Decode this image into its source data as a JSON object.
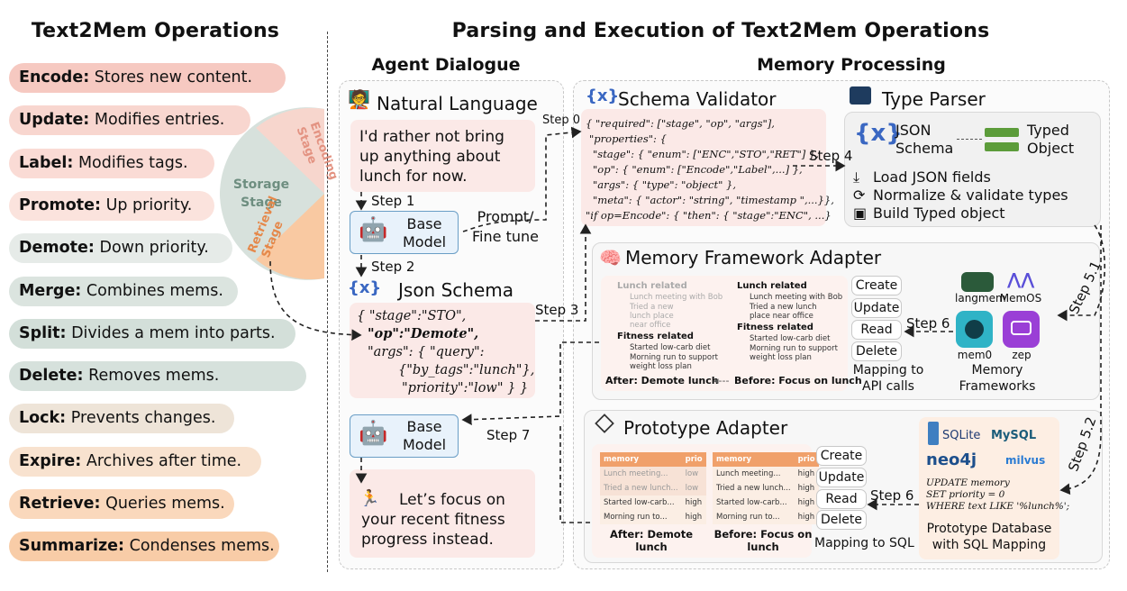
{
  "headers": {
    "left": "Text2Mem Operations",
    "right": "Parsing and Execution of Text2Mem Operations",
    "agent_dialogue": "Agent Dialogue",
    "memory_processing": "Memory Processing"
  },
  "operations": [
    {
      "name": "Encode:",
      "desc": "Stores new content.",
      "color": "#f6c9c1"
    },
    {
      "name": "Update:",
      "desc": "Modifies entries.",
      "color": "#f8d6cf"
    },
    {
      "name": "Label:",
      "desc": "Modifies tags.",
      "color": "#fadbd5"
    },
    {
      "name": "Promote:",
      "desc": "Up priority.",
      "color": "#fbe3dd"
    },
    {
      "name": "Demote:",
      "desc": "Down priority.",
      "color": "#e6ebe8"
    },
    {
      "name": "Merge:",
      "desc": "Combines mems.",
      "color": "#dbe4df"
    },
    {
      "name": "Split:",
      "desc": "Divides a mem into parts.",
      "color": "#d3dfd9"
    },
    {
      "name": "Delete:",
      "desc": "Removes mems.",
      "color": "#d6e1dc"
    },
    {
      "name": "Lock:",
      "desc": "Prevents changes.",
      "color": "#eee4d8"
    },
    {
      "name": "Expire:",
      "desc": "Archives after time.",
      "color": "#f8e2cf"
    },
    {
      "name": "Retrieve:",
      "desc": "Queries mems.",
      "color": "#fad8bc"
    },
    {
      "name": "Summarize:",
      "desc": "Condenses mems.",
      "color": "#f8cca7"
    }
  ],
  "stages": {
    "encoding": "Encoding Stage",
    "storage": "Storage Stage",
    "retrieval": "Retrieval Stage"
  },
  "dialogue": {
    "natural_language_title": "Natural Language",
    "user_message": "I'd rather not bring up anything about lunch for now.",
    "base_model": "Base Model",
    "prompt_fine_tune": "Prompt/ Fine tune",
    "json_schema_title": "Json Schema",
    "schema_lines": [
      "{ \"stage\":\"STO\",",
      "\"op\":\"Demote\",",
      "\"args\": { \"query\":",
      "{\"by_tags\":\"lunch\"},",
      "\"priority\":\"low\" } }"
    ],
    "base_model_2": "Base Model",
    "reply": "Let’s focus on your recent fitness progress instead."
  },
  "steps": {
    "s0": "Step 0",
    "s1": "Step 1",
    "s2": "Step 2",
    "s3": "Step 3",
    "s4": "Step 4",
    "s51": "Step 5.1",
    "s52": "Step 5.2",
    "s6a": "Step 6",
    "s6b": "Step 6",
    "s7": "Step 7"
  },
  "schema_validator": {
    "title": "Schema Validator",
    "lines": [
      "{ \"required\": [\"stage\", \"op\", \"args\"],",
      "\"properties\": {",
      "\"stage\": { \"enum\": [\"ENC\",\"STO\",\"RET\"] },",
      "\"op\": { \"enum\": [\"Encode\",\"Label\",...] },",
      "\"args\": { \"type\": \"object\" },",
      "\"meta\": { \"actor\": \"string\", \"timestamp  \",...}},",
      "\"if op=Encode\": { \"then\": { \"stage\":\"ENC\", ...}"
    ]
  },
  "type_parser": {
    "title": "Type Parser",
    "json_schema": "JSON Schema",
    "typed_object": "Typed Object",
    "items": [
      "Load JSON fields",
      "Normalize & validate types",
      "Build Typed object"
    ]
  },
  "memory_framework": {
    "title": "Memory Framework Adapter",
    "tree_after": {
      "g1": "Lunch related",
      "g1_items": [
        "Lunch meeting with Bob",
        "Tried a new lunch place near office"
      ],
      "g2": "Fitness related",
      "g2_items": [
        "Started low-carb diet",
        "Morning run to support weight loss plan"
      ]
    },
    "tree_before": {
      "g1": "Lunch related",
      "g1_items": [
        "Lunch meeting with Bob",
        "Tried a new lunch place near office"
      ],
      "g2": "Fitness related",
      "g2_items": [
        "Started low-carb diet",
        "Morning run to support weight loss plan"
      ]
    },
    "caption_after": "After: Demote lunch",
    "caption_before": "Before: Focus on lunch",
    "buttons": [
      "Create",
      "Update",
      "Read",
      "Delete"
    ],
    "mapping": "Mapping to API calls",
    "frameworks": [
      "langmem",
      "MemOS",
      "mem0",
      "zep"
    ],
    "frameworks_label": "Memory Frameworks"
  },
  "prototype": {
    "title": "Prototype Adapter",
    "table_header": [
      "memory",
      "prio"
    ],
    "after_rows": [
      [
        "Lunch meeting...",
        "low"
      ],
      [
        "Tried a new lunch...",
        "low"
      ],
      [
        "Started low-carb...",
        "high"
      ],
      [
        "Morning run to...",
        "high"
      ]
    ],
    "before_rows": [
      [
        "Lunch meeting...",
        "high"
      ],
      [
        "Tried a new lunch...",
        "high"
      ],
      [
        "Started low-carb...",
        "high"
      ],
      [
        "Morning run to...",
        "high"
      ]
    ],
    "caption_after": "After: Demote lunch",
    "caption_before": "Before: Focus on lunch",
    "buttons": [
      "Create",
      "Update",
      "Read",
      "Delete"
    ],
    "mapping": "Mapping to SQL",
    "db_logos": [
      "SQLite",
      "MySQL",
      "neo4j",
      "milvus"
    ],
    "sql_lines": [
      "UPDATE memory",
      "SET priority = 0",
      "WHERE text LIKE '%lunch%';"
    ],
    "db_label": "Prototype Database with SQL Mapping"
  }
}
